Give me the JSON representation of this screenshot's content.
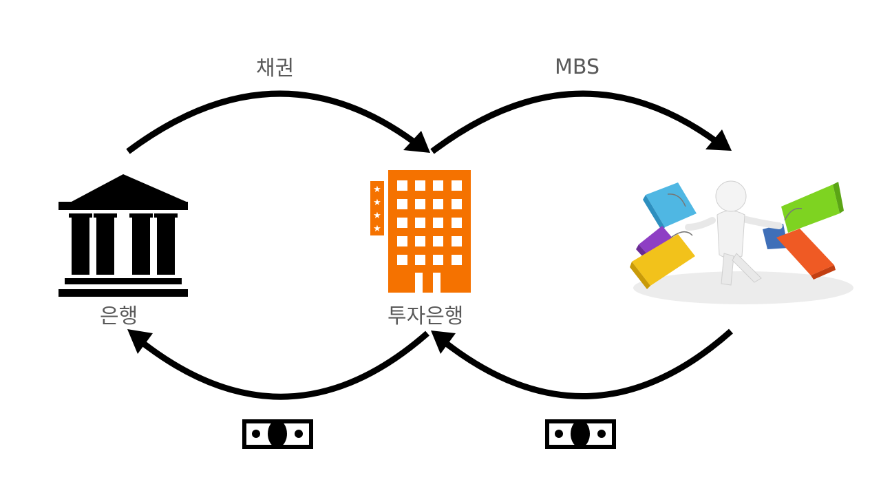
{
  "flow": {
    "top_left_label": "채권",
    "top_right_label": "MBS"
  },
  "nodes": {
    "bank": {
      "label": "은행",
      "icon": "bank-building-icon"
    },
    "investment_bank": {
      "label": "투자은행",
      "icon": "office-building-icon"
    },
    "investor": {
      "icon": "shopper-with-bags-figure"
    }
  },
  "colors": {
    "arrow": "#000000",
    "label_text": "#595959",
    "building_orange": "#f57200",
    "bag_colors": [
      "#4fb7e3",
      "#8e3fc4",
      "#f2c21b",
      "#7ed321",
      "#ef5a24",
      "#3f6fb8"
    ]
  },
  "money_icon": "banknote-icon"
}
